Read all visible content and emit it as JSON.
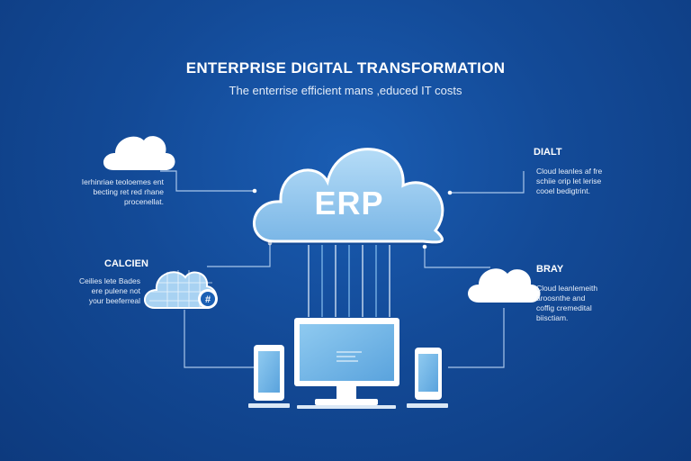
{
  "title": "ENTERPRISE DIGITAL TRANSFORMATION",
  "subtitle": "The enterrise efficient mans ,educed IT costs",
  "hub": {
    "label": "ERP"
  },
  "left_top": {
    "lines": [
      "Ierhinriae teoloemes ent",
      "becting ret red rhane",
      "procenellat."
    ]
  },
  "left_mid": {
    "label": "CALCIEN",
    "lines": [
      "Ceilies lete Bades",
      "ere pulene not",
      "your beeferreal"
    ]
  },
  "right_top": {
    "label": "DIALT",
    "lines": [
      "Cloud leanles af fre",
      "schiie orip let lerise",
      "cooel bedigtrint."
    ]
  },
  "right_mid": {
    "label": "BRAY",
    "lines": [
      "Cloud leanlemeith",
      "aroosnthe and",
      "coffig cremedital",
      "biisctiam."
    ]
  },
  "colors": {
    "background": "#134a97",
    "cloud_fill": "#8cc3ec",
    "connector": "#a9c6ea",
    "device_screen": "#6eb2e6"
  },
  "icons": [
    "cloud-icon",
    "grid-cloud-icon",
    "hash-badge-icon",
    "monitor-icon",
    "tablet-icon",
    "phone-icon"
  ]
}
